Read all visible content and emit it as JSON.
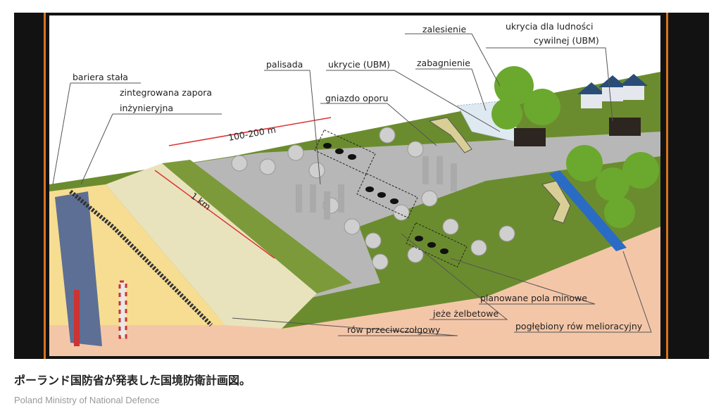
{
  "figure": {
    "labels": {
      "bariera": "bariera stała",
      "zapora_1": "zintegrowana zapora",
      "zapora_2": "inżynieryjna",
      "palisada": "palisada",
      "ukrycie": "ukrycie (UBM)",
      "zabagnienie": "zabagnienie",
      "zalesienie": "zalesienie",
      "ukrycia_1": "ukrycia dla ludności",
      "ukrycia_2": "cywilnej (UBM)",
      "gniazdo": "gniazdo oporu",
      "distance": "100-200 m",
      "length": "1 km",
      "pola": "planowane pola minowe",
      "jeze": "jeże żelbetowe",
      "row_mel": "pogłębiony rów melioracyjny",
      "row_ppanc": "rów przeciwczołgowy"
    }
  },
  "caption": "ポーランド国防省が発表した国境防衛計画図。",
  "credit": "Poland Ministry of National Defence"
}
